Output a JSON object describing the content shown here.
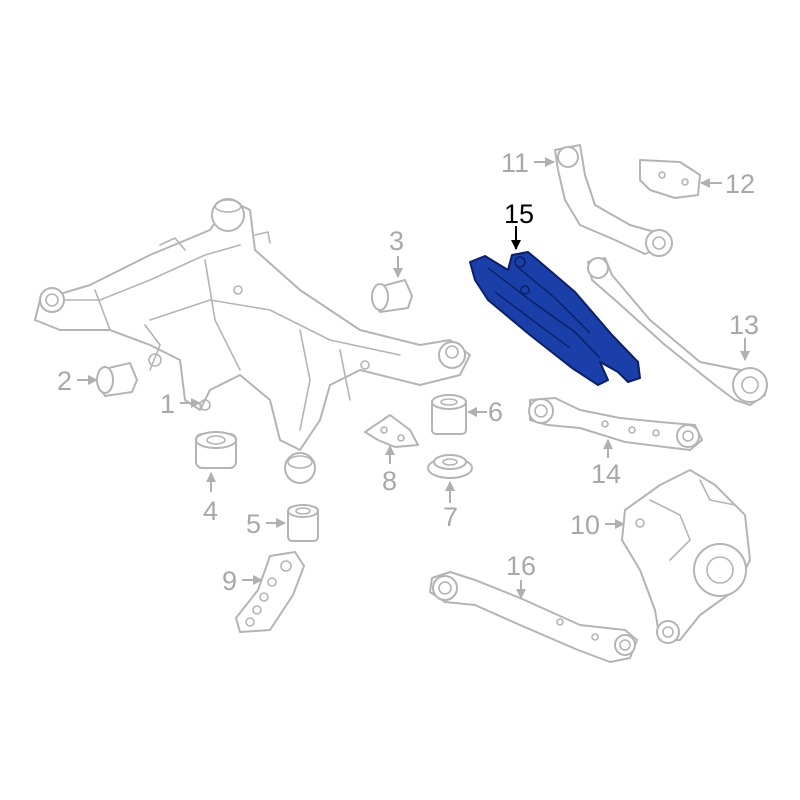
{
  "diagram": {
    "highlight_color": "#1a3fa8",
    "line_color": "#b4b4b4",
    "callouts": [
      {
        "number": "1",
        "highlighted": false
      },
      {
        "number": "2",
        "highlighted": false
      },
      {
        "number": "3",
        "highlighted": false
      },
      {
        "number": "4",
        "highlighted": false
      },
      {
        "number": "5",
        "highlighted": false
      },
      {
        "number": "6",
        "highlighted": false
      },
      {
        "number": "7",
        "highlighted": false
      },
      {
        "number": "8",
        "highlighted": false
      },
      {
        "number": "9",
        "highlighted": false
      },
      {
        "number": "10",
        "highlighted": false
      },
      {
        "number": "11",
        "highlighted": false
      },
      {
        "number": "12",
        "highlighted": false
      },
      {
        "number": "13",
        "highlighted": false
      },
      {
        "number": "14",
        "highlighted": false
      },
      {
        "number": "15",
        "highlighted": true
      },
      {
        "number": "16",
        "highlighted": false
      }
    ]
  }
}
